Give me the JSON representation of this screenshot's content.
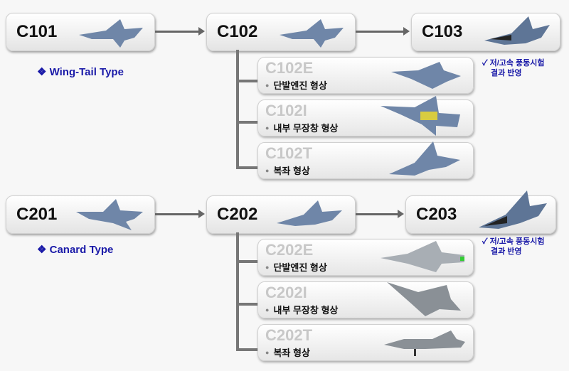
{
  "rows": [
    {
      "main": [
        "C101",
        "C102",
        "C103"
      ],
      "type_label": "❖ Wing-Tail Type",
      "note": [
        "✓ 저/고속 풍동시험",
        "결과 반영"
      ],
      "variants": [
        {
          "code": "C102E",
          "desc": "단발엔진 형상"
        },
        {
          "code": "C102I",
          "desc": "내부 무장창 형상"
        },
        {
          "code": "C102T",
          "desc": "복좌 형상"
        }
      ]
    },
    {
      "main": [
        "C201",
        "C202",
        "C203"
      ],
      "type_label": "❖ Canard Type",
      "note": [
        "✓ 저/고속 풍동시험",
        "결과 반영"
      ],
      "variants": [
        {
          "code": "C202E",
          "desc": "단발엔진 형상"
        },
        {
          "code": "C202I",
          "desc": "내부 무장창 형상"
        },
        {
          "code": "C202T",
          "desc": "복좌 형상"
        }
      ]
    }
  ],
  "colors": {
    "accent": "#1a1aa8",
    "plane": "#6f86a8"
  }
}
